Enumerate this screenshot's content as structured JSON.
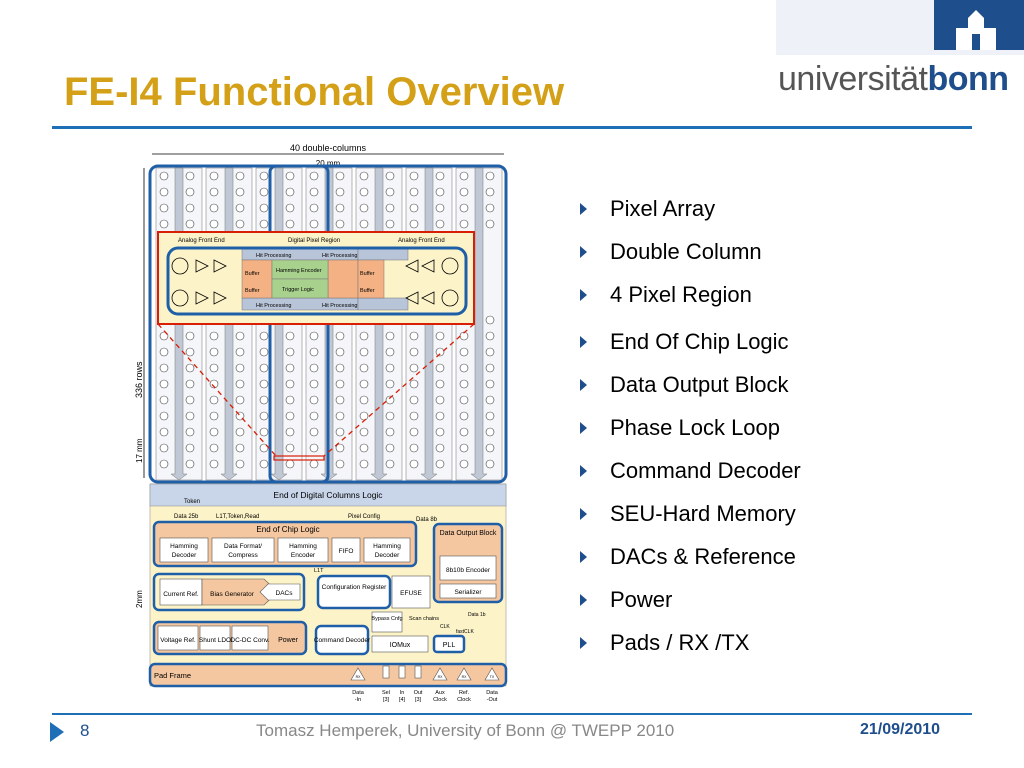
{
  "slide": {
    "title": "FE-I4 Functional Overview",
    "logo_prefix": "universität",
    "logo_suffix": "bonn",
    "bullets": [
      "Pixel Array",
      "Double Column",
      "4 Pixel Region",
      "End Of Chip Logic",
      "Data Output Block",
      "Phase Lock Loop",
      "Command Decoder",
      "SEU-Hard Memory",
      "DACs & Reference",
      "Power",
      "Pads / RX /TX"
    ],
    "page_number": "8",
    "footer_text": "Tomasz Hemperek, University of Bonn @ TWEPP 2010",
    "footer_date": "21/09/2010",
    "colors": {
      "title": "#d4a017",
      "rule": "#1f6fb6",
      "bullet_arrow": "#1f4e8c",
      "highlight": "#1f5fa8",
      "region": "#d81e05"
    }
  },
  "diagram": {
    "top_label": "40 double-columns",
    "width_label": "20 mm",
    "rows_label": "336 rows",
    "height_label": "17 mm",
    "bottom_height_label": "2mm",
    "region": {
      "analog_left": "Analog Front End",
      "digital": "Digital Pixel Region",
      "analog_right": "Analog Front End",
      "hit_processing": "Hit Processing",
      "buffer": "Buffer",
      "hamming_encoder": "Hamming Encoder",
      "trigger_logic": "Trigger Logic"
    },
    "eodc_label": "End of Digital Columns Logic",
    "token_label": "Token",
    "data25_label": "Data 25b",
    "l1t_label": "L1T,Token,Read",
    "pixel_config_label": "Pixel Config",
    "data8_label": "Data 8b",
    "eoc_label": "End of Chip Logic",
    "eoc_blocks": [
      "Hamming Decoder",
      "Data Format/ Compress",
      "Hamming Encoder",
      "FIFO",
      "Hamming Decoder"
    ],
    "data_output_block": "Data Output Block",
    "encoder_label": "8b10b Encoder",
    "serializer_label": "Serializer",
    "current_ref": "Current Ref.",
    "bias_generator": "Bias Generator",
    "dacs": "DACs",
    "config_register": "Configuration Register",
    "efuse": "EFUSE",
    "bypass_cnfg": "Bypass Cnfg",
    "scan_chains": "Scan chains",
    "clk": "CLK",
    "data_1b": "Data 1b",
    "fast_clk": "fastCLK",
    "l1t": "L1T",
    "voltage_ref": "Voltage Ref.",
    "shunt_ldo": "Shunt LDO",
    "dcdc_conv": "DC-DC Conv.",
    "power": "Power",
    "command_decoder": "Command Decoder",
    "iomux": "IOMux",
    "pll": "PLL",
    "pad_frame": "Pad Frame",
    "rx": "RX",
    "tx": "TX",
    "pad_labels": [
      "Data -In",
      "Sel [3]",
      "In [4]",
      "Out [3]",
      "Aux Clock",
      "Ref. Clock",
      "Data -Out"
    ]
  }
}
